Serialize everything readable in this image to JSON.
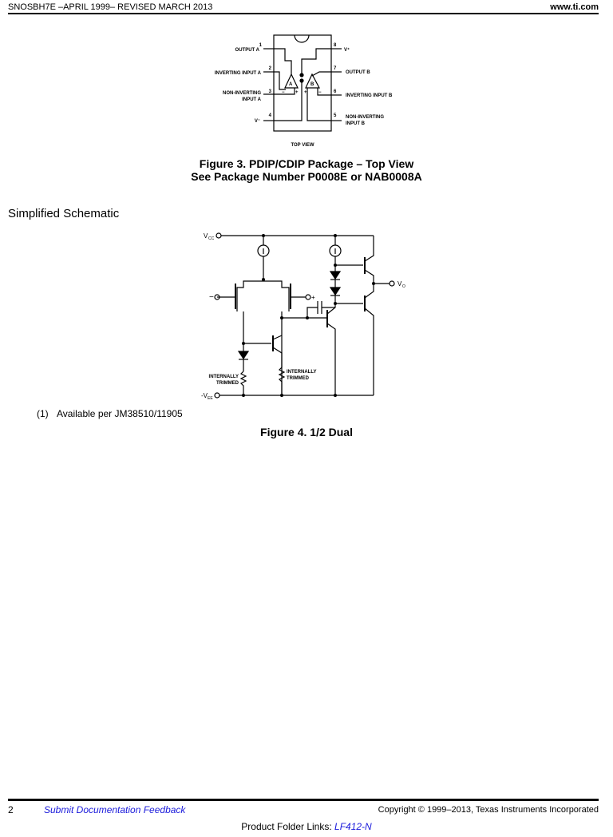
{
  "header": {
    "doc_id": "SNOSBH7E –APRIL 1999– REVISED MARCH 2013",
    "site": "www.ti.com"
  },
  "figure3": {
    "pins_left": [
      {
        "num": "1",
        "label": "OUTPUT A"
      },
      {
        "num": "2",
        "label": "INVERTING INPUT A"
      },
      {
        "num": "3",
        "label_line1": "NON-INVERTING",
        "label_line2": "INPUT A"
      },
      {
        "num": "4",
        "label": "V⁻"
      }
    ],
    "pins_right": [
      {
        "num": "8",
        "label": "V⁺"
      },
      {
        "num": "7",
        "label": "OUTPUT B"
      },
      {
        "num": "6",
        "label": "INVERTING INPUT B"
      },
      {
        "num": "5",
        "label_line1": "NON-INVERTING",
        "label_line2": "INPUT B"
      }
    ],
    "amp_a": "A",
    "amp_b": "B",
    "plus": "+",
    "minus": "−",
    "view_label": "TOP VIEW",
    "caption_line1": "Figure 3.  PDIP/CDIP Package – Top View",
    "caption_line2": "See Package Number P0008E or NAB0008A"
  },
  "section_title": "Simplified Schematic",
  "figure4": {
    "vcc": "V",
    "vcc_sub": "CC",
    "vee": "-V",
    "vee_sub": "EE",
    "vo": "V",
    "vo_sub": "O",
    "in_minus": "−",
    "in_plus": "+",
    "trim_left_1": "INTERNALLY",
    "trim_left_2": "TRIMMED",
    "trim_right_1": "INTERNALLY",
    "trim_right_2": "TRIMMED",
    "caption": "Figure 4.  1/2 Dual"
  },
  "footnote": {
    "marker": "(1)",
    "text": "Available per JM38510/11905"
  },
  "footer": {
    "page": "2",
    "feedback_link": "Submit Documentation Feedback",
    "copyright": "Copyright © 1999–2013, Texas Instruments Incorporated",
    "product_label": "Product Folder Links: ",
    "product_link": "LF412-N"
  }
}
